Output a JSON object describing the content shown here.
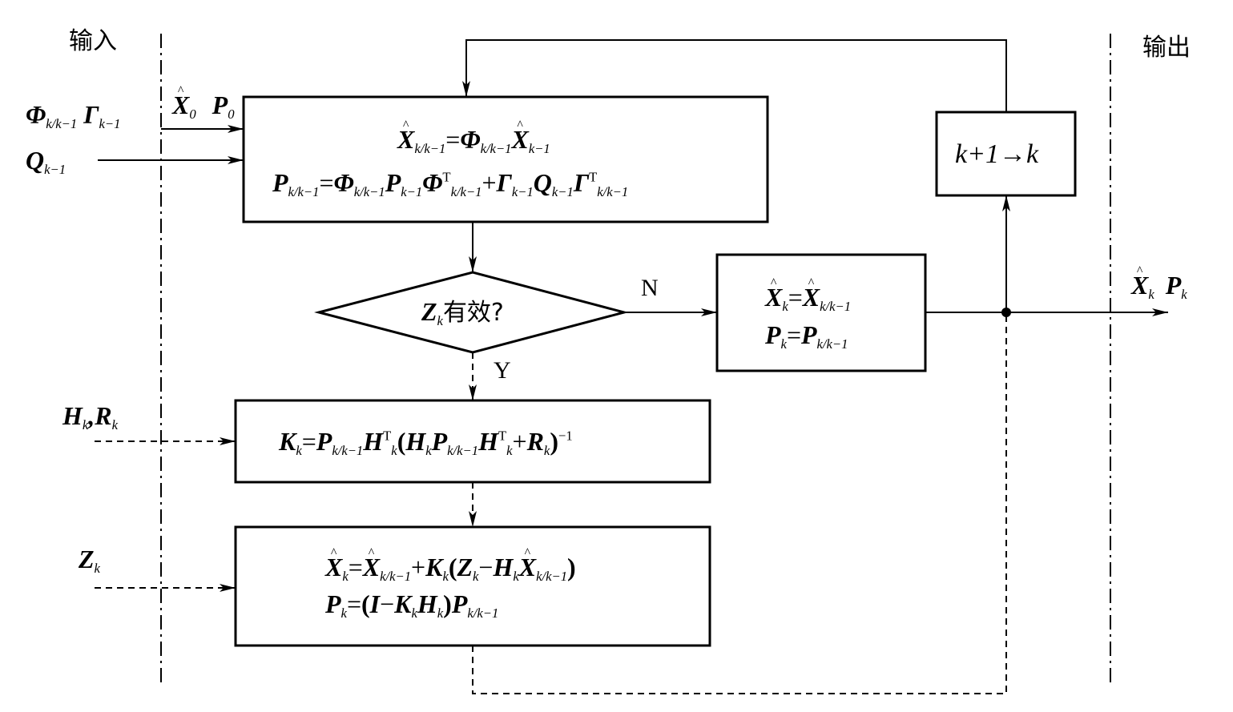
{
  "column_labels": {
    "input": "输入",
    "output": "输出"
  },
  "inputs": {
    "phi_gamma": {
      "phi": "Φ",
      "phi_sub": "k/k−1",
      "gamma": "Γ",
      "gamma_sub": "k−1"
    },
    "initial": {
      "x": "X",
      "x_sub": "0",
      "p": "P",
      "p_sub": "0"
    },
    "q": {
      "q": "Q",
      "q_sub": "k−1"
    },
    "hr": {
      "h": "H",
      "h_sub": "k",
      "comma": ",",
      "r": "R",
      "r_sub": "k"
    },
    "z": {
      "z": "Z",
      "z_sub": "k"
    }
  },
  "prediction_box": {
    "line1": {
      "x": "X",
      "x_sub": "k/k−1",
      "eq": "=",
      "phi": "Φ",
      "phi_sub": "k/k−1",
      "x2": "X",
      "x2_sub": "k−1"
    },
    "line2": {
      "p": "P",
      "p_sub": "k/k−1",
      "eq": "=",
      "phi": "Φ",
      "phi_sub": "k/k−1",
      "p2": "P",
      "p2_sub": "k−1",
      "phi2": "Φ",
      "phi2_sup": "T",
      "phi2_sub": "k/k−1",
      "plus": "+",
      "gamma": "Γ",
      "gamma_sub": "k−1",
      "q": "Q",
      "q_sub": "k−1",
      "gamma2": "Γ",
      "gamma2_sup": "T",
      "gamma2_sub": "k/k−1"
    }
  },
  "decision": {
    "z": "Z",
    "z_sub": "k",
    "text": "有效?",
    "no_label": "N",
    "yes_label": "Y"
  },
  "no_update_box": {
    "line1": {
      "x": "X",
      "x_sub": "k",
      "eq": "=",
      "x2": "X",
      "x2_sub": "k/k−1"
    },
    "line2": {
      "p": "P",
      "p_sub": "k",
      "eq": "=",
      "p2": "P",
      "p2_sub": "k/k−1"
    }
  },
  "gain_box": {
    "k": "K",
    "k_sub": "k",
    "eq": "=",
    "p": "P",
    "p_sub": "k/k−1",
    "h": "H",
    "h_sup": "T",
    "h_sub": "k",
    "lp": "(",
    "h2": "H",
    "h2_sub": "k",
    "p2": "P",
    "p2_sub": "k/k−1",
    "h3": "H",
    "h3_sup": "T",
    "h3_sub": "k",
    "plus": "+",
    "r": "R",
    "r_sub": "k",
    "rp": ")",
    "inv": "−1"
  },
  "update_box": {
    "line1": {
      "x": "X",
      "x_sub": "k",
      "eq": "=",
      "x2": "X",
      "x2_sub": "k/k−1",
      "plus": "+",
      "k": "K",
      "k_sub": "k",
      "lp": "(",
      "z": "Z",
      "z_sub": "k",
      "minus": "−",
      "h": "H",
      "h_sub": "k",
      "x3": "X",
      "x3_sub": "k/k−1",
      "rp": ")"
    },
    "line2": {
      "p": "P",
      "p_sub": "k",
      "eq": "=",
      "lp": "(",
      "i": "I",
      "minus": "−",
      "k": "K",
      "k_sub": "k",
      "h": "H",
      "h_sub": "k",
      "rp": ")",
      "p2": "P",
      "p2_sub": "k/k−1"
    }
  },
  "step_box": {
    "text": "k+1→k"
  },
  "outputs": {
    "x": "X",
    "x_sub": "k",
    "p": "P",
    "p_sub": "k"
  }
}
